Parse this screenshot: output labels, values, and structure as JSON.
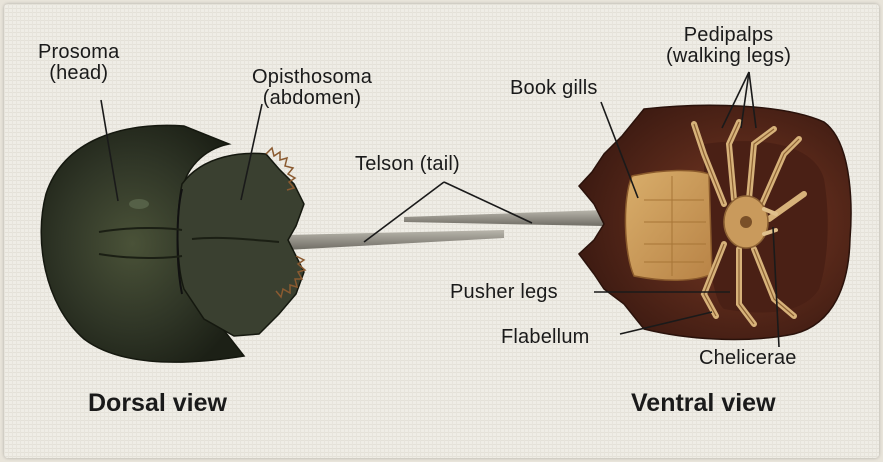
{
  "labels": {
    "prosoma": {
      "line1": "Prosoma",
      "line2": "(head)"
    },
    "opisthosoma": {
      "line1": "Opisthosoma",
      "line2": "(abdomen)"
    },
    "telson": "Telson (tail)",
    "book_gills": "Book gills",
    "pedipalps": {
      "line1": "Pedipalps",
      "line2": "(walking legs)"
    },
    "pusher_legs": "Pusher legs",
    "flabellum": "Flabellum",
    "chelicerae": "Chelicerae"
  },
  "views": {
    "dorsal": "Dorsal view",
    "ventral": "Ventral view"
  },
  "colors": {
    "background": "#efede6",
    "dorsal_shell": "#2b3122",
    "ventral_shell": "#5a2a1c",
    "ventral_underside": "#c89a5a",
    "leader_lines": "#1a1a1a"
  }
}
